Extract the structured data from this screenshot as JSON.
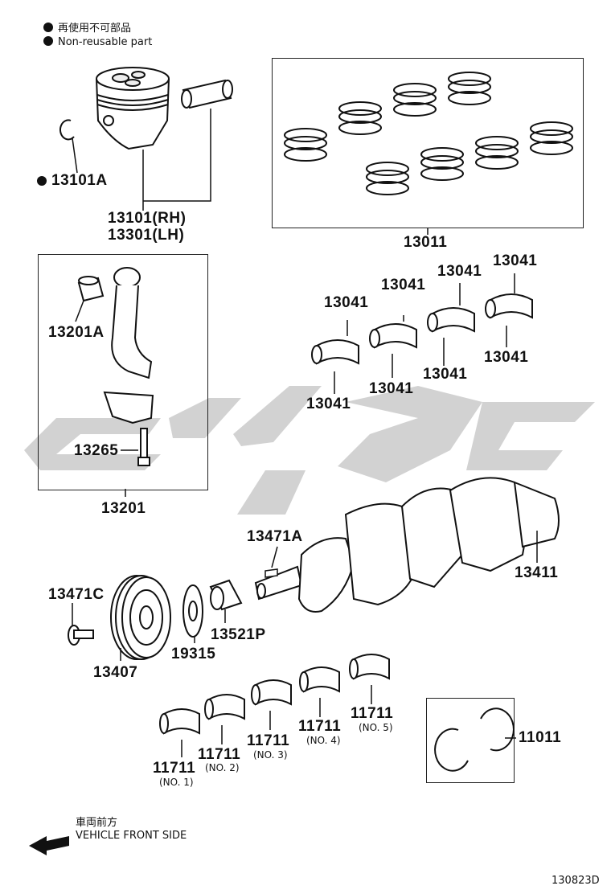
{
  "legend": {
    "jp": "再使用不可部品",
    "en": "Non-reusable part"
  },
  "parts": {
    "snap_ring": "13101A",
    "piston_rh": "13101(RH)",
    "piston_lh": "13301(LH)",
    "ring_set": "13011",
    "bushing": "13201A",
    "rod_bolt": "13265",
    "conrod_assy": "13201",
    "rod_bearing": "13041",
    "crank_key": "13471A",
    "crankshaft": "13411",
    "pulley_bolt": "13471C",
    "pulley": "13407",
    "sensor_plate": "19315",
    "crank_gear": "13521P",
    "main_bearing": "11711",
    "thrust_washer": "11011"
  },
  "main_bearing_positions": {
    "no1": "(NO. 1)",
    "no2": "(NO. 2)",
    "no3": "(NO. 3)",
    "no4": "(NO. 4)",
    "no5": "(NO. 5)"
  },
  "direction": {
    "jp": "車両前方",
    "en": "VEHICLE FRONT SIDE"
  },
  "illustration_id": "130823D",
  "colors": {
    "line": "#111111",
    "watermark": "#d4d4d4"
  }
}
